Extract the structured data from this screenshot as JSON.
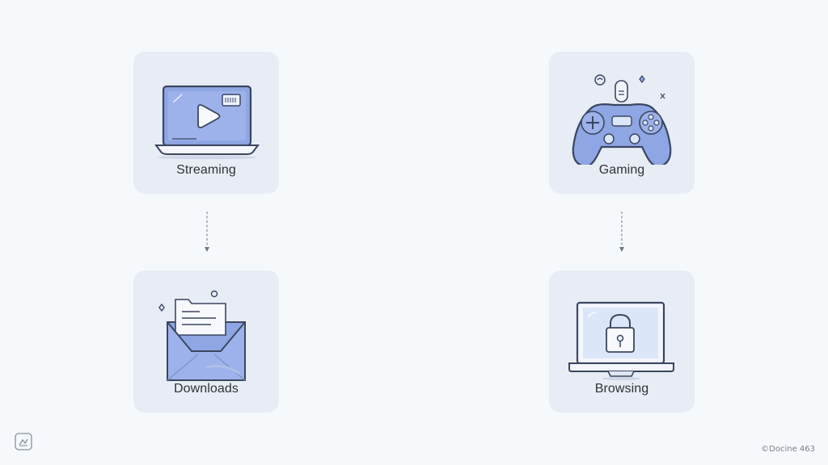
{
  "nodes": {
    "streaming": {
      "label": "Streaming",
      "icon": "laptop-play-icon"
    },
    "gaming": {
      "label": "Gaming",
      "icon": "gamepad-icon"
    },
    "downloads": {
      "label": "Downloads",
      "icon": "folder-inbox-icon"
    },
    "browsing": {
      "label": "Browsing",
      "icon": "monitor-lock-icon"
    }
  },
  "edges": [
    {
      "from": "streaming",
      "to": "downloads"
    },
    {
      "from": "gaming",
      "to": "browsing"
    }
  ],
  "footer": {
    "credit": "©Docine 463",
    "logo_icon": "corner-logo-icon"
  },
  "colors": {
    "background": "#f6f9fc",
    "card": "#e8ecf4",
    "icon_fill": "#8fa6e4",
    "icon_light": "#dbe6f8",
    "outline": "#3a4660",
    "text": "#2f3337"
  }
}
